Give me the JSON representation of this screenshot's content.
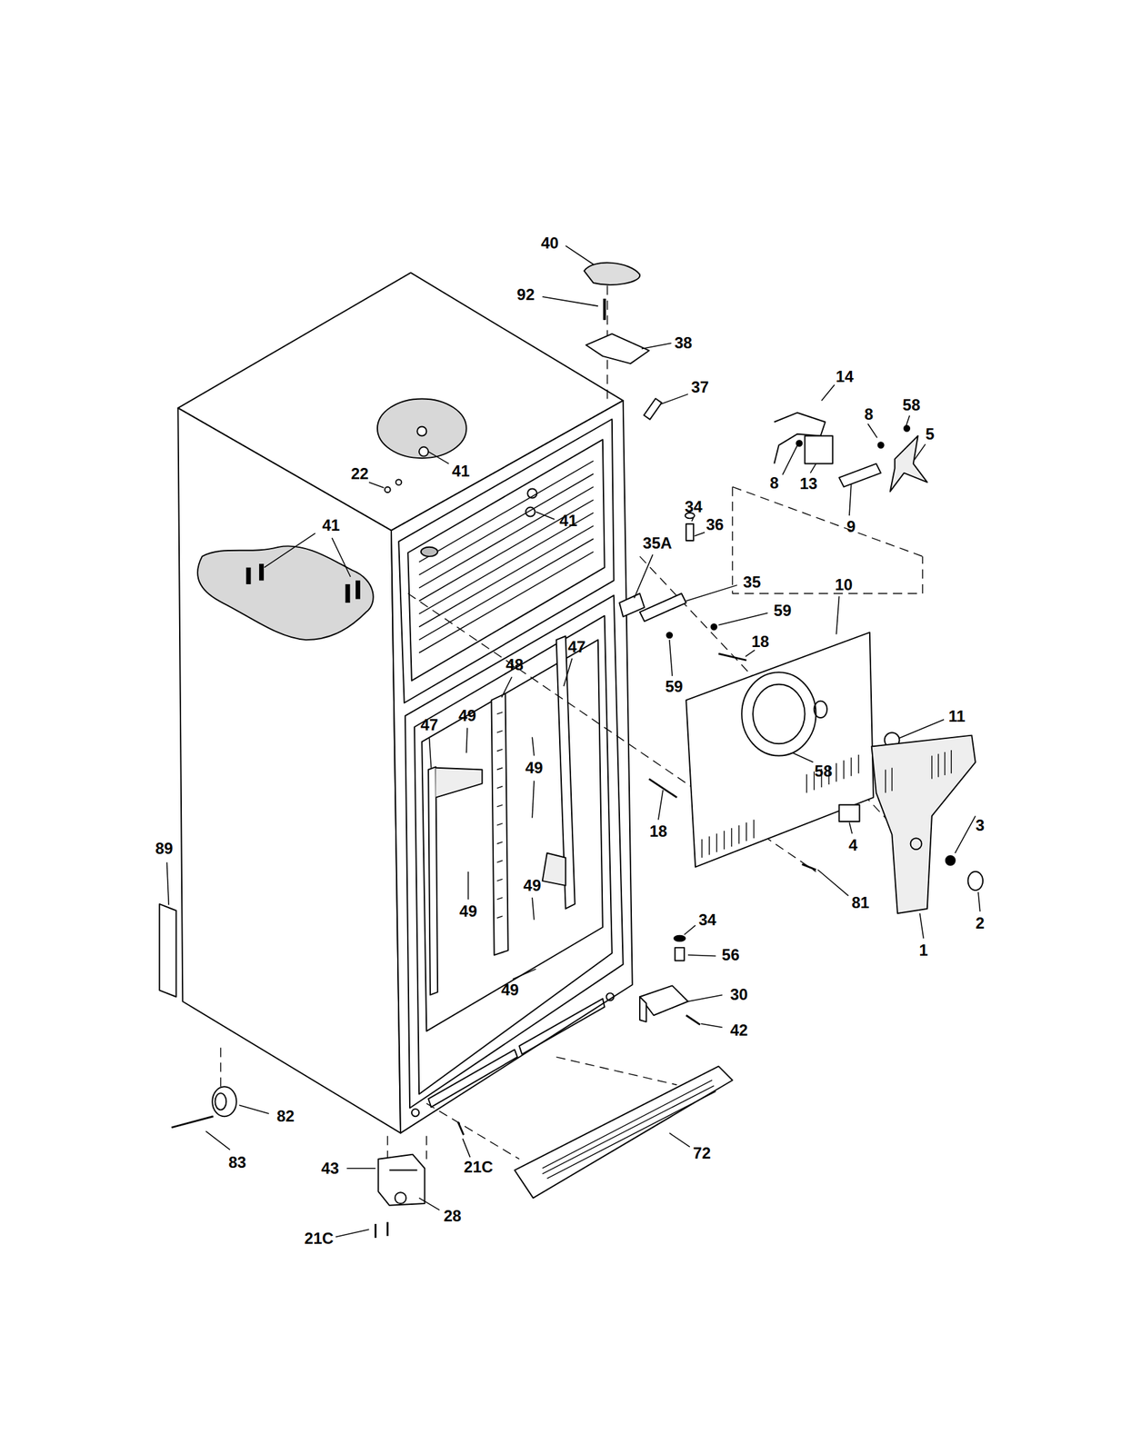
{
  "diagram": {
    "labels": [
      "40",
      "92",
      "38",
      "14",
      "37",
      "58",
      "8",
      "5",
      "41",
      "22",
      "8",
      "13",
      "34",
      "41",
      "36",
      "41",
      "9",
      "35A",
      "35",
      "10",
      "59",
      "18",
      "47",
      "48",
      "59",
      "49",
      "11",
      "47",
      "49",
      "58",
      "3",
      "18",
      "4",
      "89",
      "49",
      "81",
      "49",
      "34",
      "2",
      "1",
      "56",
      "49",
      "30",
      "42",
      "82",
      "72",
      "83",
      "21C",
      "43",
      "28",
      "21C"
    ]
  }
}
